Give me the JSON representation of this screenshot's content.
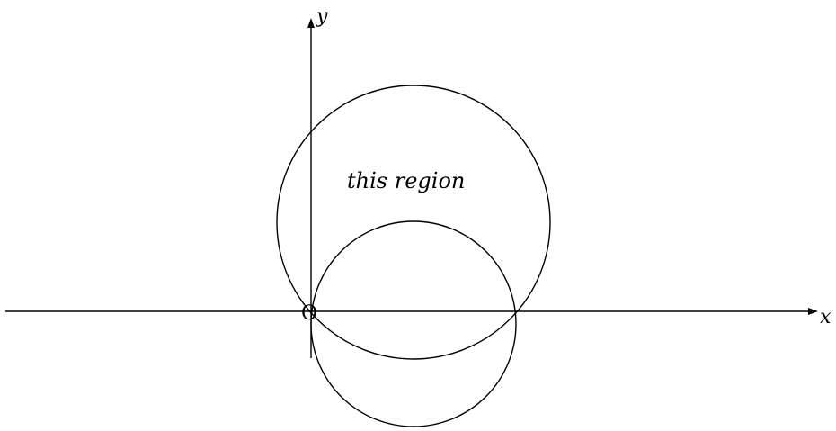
{
  "diagram": {
    "axis_labels": {
      "x": "x",
      "y": "y"
    },
    "origin_label": "O",
    "region_label": "this region",
    "colors": {
      "stroke": "#000000",
      "background": "#ffffff"
    }
  }
}
